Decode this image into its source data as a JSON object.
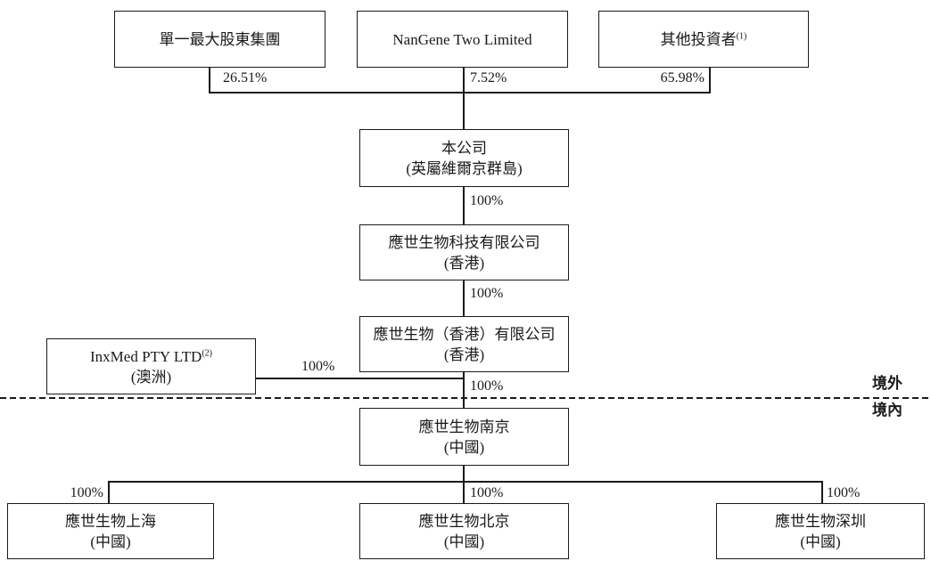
{
  "diagram": {
    "type": "corporate-structure-org-chart",
    "ink_color": "#1a1a1a",
    "boundary": {
      "offshore_label": "境外",
      "onshore_label": "境內"
    },
    "nodes": {
      "largest_shareholder": {
        "name": "單一最大股東集團"
      },
      "nangene": {
        "name": "NanGene Two Limited"
      },
      "other_investors": {
        "name": "其他投資者",
        "footnote": "(1)"
      },
      "company": {
        "name": "本公司",
        "location": "(英屬維爾京群島)"
      },
      "yingshi_biotech": {
        "name": "應世生物科技有限公司",
        "location": "(香港)"
      },
      "yingshi_hk": {
        "name": "應世生物（香港）有限公司",
        "location": "(香港)"
      },
      "inxmed": {
        "name": "InxMed PTY LTD",
        "footnote": "(2)",
        "location": "(澳洲)"
      },
      "nanjing": {
        "name": "應世生物南京",
        "location": "(中國)"
      },
      "shanghai": {
        "name": "應世生物上海",
        "location": "(中國)"
      },
      "beijing": {
        "name": "應世生物北京",
        "location": "(中國)"
      },
      "shenzhen": {
        "name": "應世生物深圳",
        "location": "(中國)"
      }
    },
    "percentages": {
      "largest_shareholder": "26.51%",
      "nangene": "7.52%",
      "other_investors": "65.98%",
      "company_to_biotech": "100%",
      "biotech_to_hk": "100%",
      "hk_to_inxmed": "100%",
      "hk_to_nanjing": "100%",
      "nanjing_to_shanghai": "100%",
      "nanjing_to_beijing": "100%",
      "nanjing_to_shenzhen": "100%"
    }
  }
}
